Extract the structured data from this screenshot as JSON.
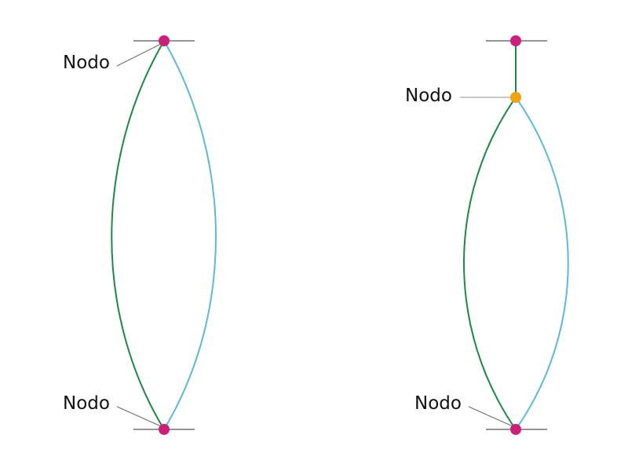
{
  "colors": {
    "green_curve": "#1a8a43",
    "blue_curve": "#5cb8df",
    "node_magenta": "#cc1f7a",
    "node_orange": "#f0a30a"
  },
  "left_diagram": {
    "top_node_label": "Nodo",
    "bottom_node_label": "Nodo"
  },
  "right_diagram": {
    "middle_node_label": "Nodo",
    "bottom_node_label": "Nodo"
  }
}
